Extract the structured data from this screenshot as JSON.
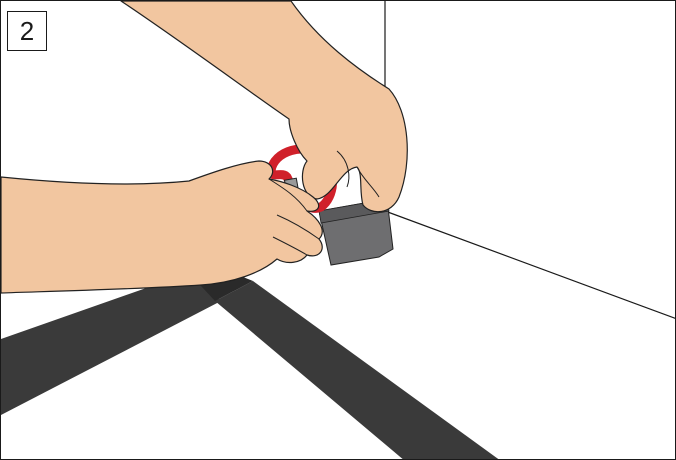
{
  "step": {
    "number": "2"
  },
  "colors": {
    "skin": "#f2c6a0",
    "skin_outline": "#222222",
    "strap": "#3a3a3a",
    "cup": "#6e6e70",
    "handle_red": "#d0202a",
    "line": "#1a1a1a",
    "background": "#ffffff"
  },
  "illustration": {
    "elements": [
      "left-hand",
      "right-hand",
      "floor-cup",
      "red-handle-tool",
      "chair-base-legs",
      "room-corner-lines"
    ]
  }
}
